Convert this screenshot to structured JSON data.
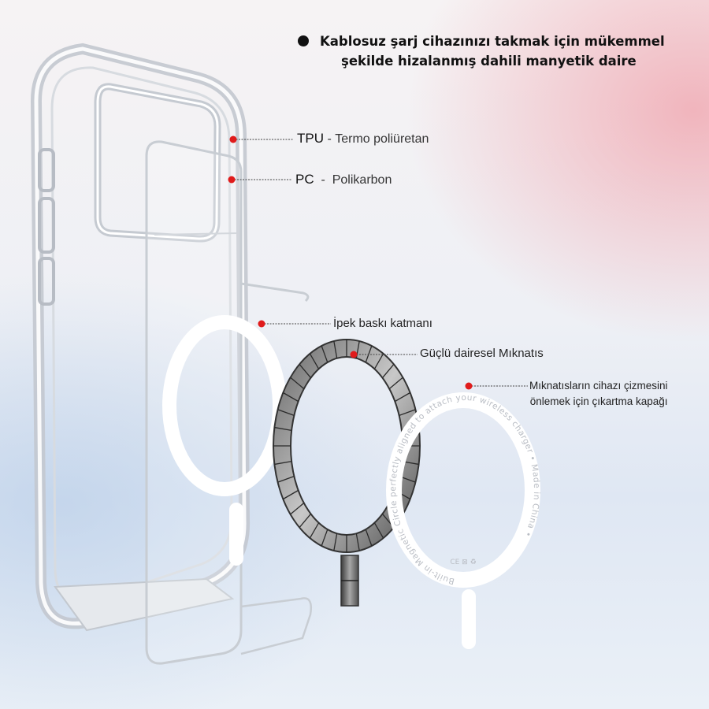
{
  "headline": {
    "line1": "Kablosuz şarj cihazınızı takmak için mükemmel",
    "line2": "şekilde hizalanmış dahili manyetik daire"
  },
  "callouts": {
    "tpu": {
      "code": "TPU",
      "separator": "-",
      "desc": "Termo poliüretan"
    },
    "pc": {
      "code": "PC",
      "separator": "-",
      "desc": "Polikarbon"
    },
    "silk": "İpek baskı katmanı",
    "magnet": "Güçlü dairesel Mıknatıs",
    "cover_line1": "Mıknatısların cihazı çizmesini",
    "cover_line2": "önlemek için çıkartma kapağı"
  },
  "ring_text": "Built-in Magnetic Circle perfectly aligned to attach your wireless charger • Made in China •",
  "colors": {
    "dot": "#e01b1b",
    "text": "#222222",
    "magnet_gray": "#8c8c8c"
  }
}
